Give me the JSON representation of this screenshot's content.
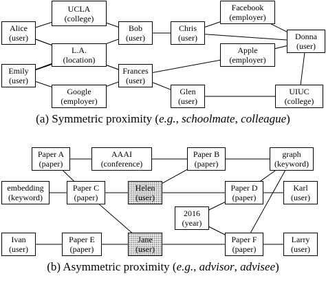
{
  "panel_a": {
    "caption": {
      "prefix": "(a)  Symmetric proximity (",
      "eg": "e.g.",
      "sep1": ", ",
      "term1": "schoolmate",
      "sep2": ", ",
      "term2": "colleague",
      "suffix": ")"
    },
    "nodes": [
      {
        "id": "alice",
        "name": "Alice",
        "type": "(user)"
      },
      {
        "id": "ucla",
        "name": "UCLA",
        "type": "(college)"
      },
      {
        "id": "bob",
        "name": "Bob",
        "type": "(user)"
      },
      {
        "id": "chris",
        "name": "Chris",
        "type": "(user)"
      },
      {
        "id": "facebook",
        "name": "Facebook",
        "type": "(employer)"
      },
      {
        "id": "donna",
        "name": "Donna",
        "type": "(user)"
      },
      {
        "id": "la",
        "name": "L.A.",
        "type": "(location)"
      },
      {
        "id": "apple",
        "name": "Apple",
        "type": "(employer)"
      },
      {
        "id": "emily",
        "name": "Emily",
        "type": "(user)"
      },
      {
        "id": "frances",
        "name": "Frances",
        "type": "(user)"
      },
      {
        "id": "google",
        "name": "Google",
        "type": "(employer)"
      },
      {
        "id": "glen",
        "name": "Glen",
        "type": "(user)"
      },
      {
        "id": "uiuc",
        "name": "UIUC",
        "type": "(college)"
      }
    ],
    "edges": [
      [
        "alice",
        "ucla"
      ],
      [
        "ucla",
        "bob"
      ],
      [
        "bob",
        "chris"
      ],
      [
        "chris",
        "facebook"
      ],
      [
        "facebook",
        "donna"
      ],
      [
        "chris",
        "donna"
      ],
      [
        "alice",
        "la"
      ],
      [
        "emily",
        "la"
      ],
      [
        "la",
        "frances"
      ],
      [
        "emily",
        "google"
      ],
      [
        "google",
        "frances"
      ],
      [
        "frances",
        "apple"
      ],
      [
        "apple",
        "donna"
      ],
      [
        "frances",
        "glen"
      ],
      [
        "glen",
        "uiuc"
      ],
      [
        "uiuc",
        "donna"
      ],
      [
        "alice",
        "frances"
      ],
      [
        "emily",
        "bob"
      ]
    ]
  },
  "panel_b": {
    "caption": {
      "prefix": "(b)  Asymmetric proximity (",
      "eg": "e.g.",
      "sep1": ", ",
      "term1": "advisor",
      "sep2": ", ",
      "term2": "advisee",
      "suffix": ")"
    },
    "nodes": [
      {
        "id": "paper_a",
        "name": "Paper A",
        "type": "(paper)"
      },
      {
        "id": "aaai",
        "name": "AAAI",
        "type": "(conference)"
      },
      {
        "id": "paper_b",
        "name": "Paper B",
        "type": "(paper)"
      },
      {
        "id": "graph",
        "name": "graph",
        "type": "(keyword)"
      },
      {
        "id": "embedding",
        "name": "embedding",
        "type": "(keyword)"
      },
      {
        "id": "paper_c",
        "name": "Paper C",
        "type": "(paper)"
      },
      {
        "id": "helen",
        "name": "Helen",
        "type": "(user)",
        "highlight": true
      },
      {
        "id": "paper_d",
        "name": "Paper D",
        "type": "(paper)"
      },
      {
        "id": "karl",
        "name": "Karl",
        "type": "(user)"
      },
      {
        "id": "year2016",
        "name": "2016",
        "type": "(year)"
      },
      {
        "id": "ivan",
        "name": "Ivan",
        "type": "(user)"
      },
      {
        "id": "paper_e",
        "name": "Paper E",
        "type": "(paper)"
      },
      {
        "id": "jane",
        "name": "Jane",
        "type": "(user)",
        "highlight": true
      },
      {
        "id": "paper_f",
        "name": "Paper F",
        "type": "(paper)"
      },
      {
        "id": "larry",
        "name": "Larry",
        "type": "(user)"
      }
    ],
    "edges": [
      [
        "paper_a",
        "aaai"
      ],
      [
        "aaai",
        "paper_b"
      ],
      [
        "paper_b",
        "graph"
      ],
      [
        "paper_a",
        "paper_c"
      ],
      [
        "embedding",
        "paper_c"
      ],
      [
        "paper_c",
        "helen"
      ],
      [
        "helen",
        "paper_d"
      ],
      [
        "paper_d",
        "karl"
      ],
      [
        "paper_d",
        "graph"
      ],
      [
        "helen",
        "paper_b"
      ],
      [
        "graph",
        "paper_f"
      ],
      [
        "paper_c",
        "jane"
      ],
      [
        "ivan",
        "paper_e"
      ],
      [
        "paper_e",
        "jane"
      ],
      [
        "jane",
        "paper_f"
      ],
      [
        "year2016",
        "paper_d"
      ],
      [
        "year2016",
        "paper_f"
      ],
      [
        "paper_f",
        "larry"
      ]
    ]
  }
}
